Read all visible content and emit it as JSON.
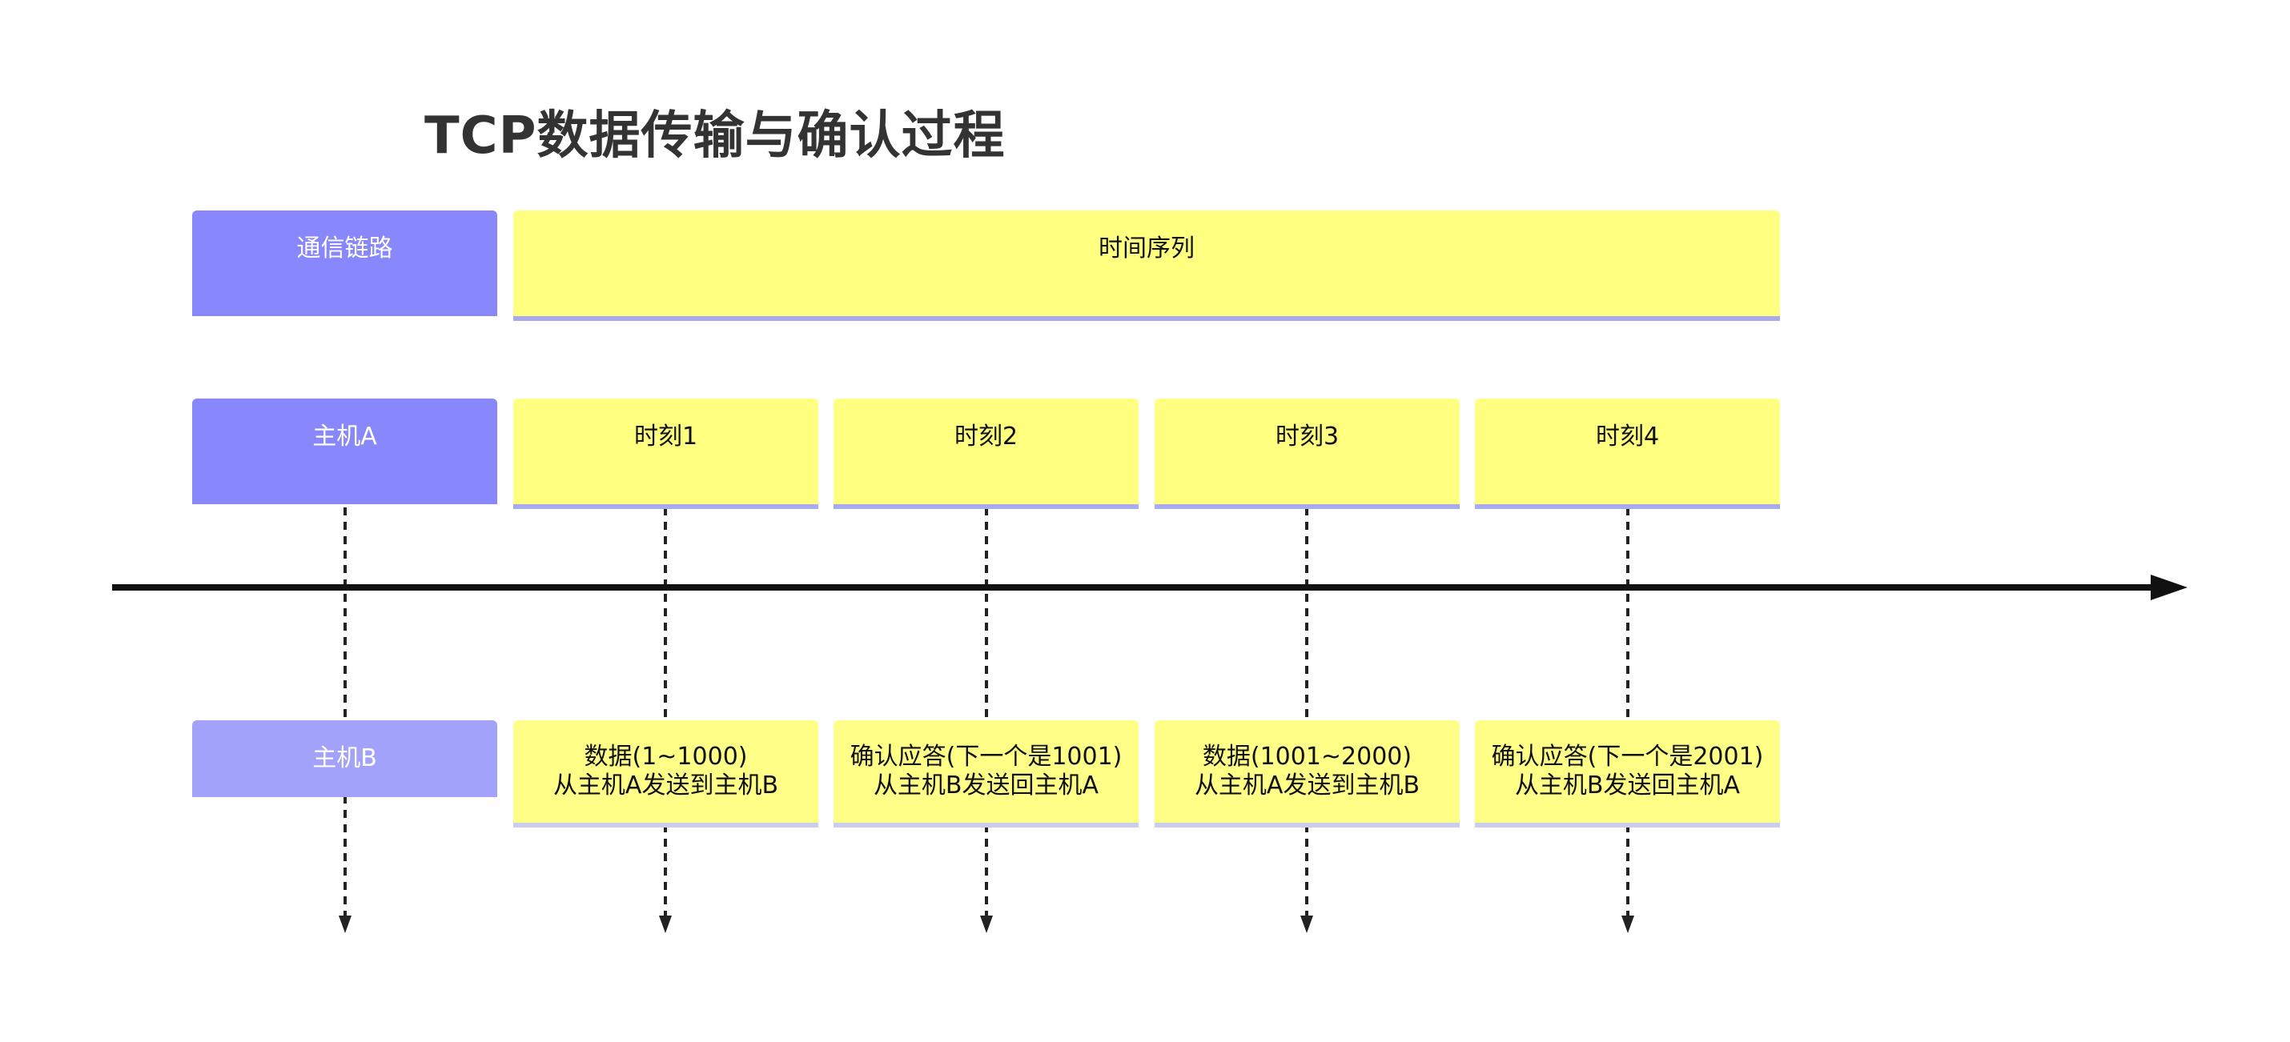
{
  "title": "TCP数据传输与确认过程",
  "header": {
    "lane_label": "通信链路",
    "time_label": "时间序列"
  },
  "rows": {
    "host_a": "主机A",
    "host_b": "主机B"
  },
  "moments": [
    "时刻1",
    "时刻2",
    "时刻3",
    "时刻4"
  ],
  "events": [
    "数据(1~1000)\n从主机A发送到主机B",
    "确认应答(下一个是1001)\n从主机B发送回主机A",
    "数据(1001~2000)\n从主机A发送到主机B",
    "确认应答(下一个是2001)\n从主机B发送回主机A"
  ],
  "colors": {
    "host_box": "#8888fc",
    "host_b_box": "#a2a2fb",
    "time_box": "#ffff80",
    "axis": "#111111",
    "dashed_line": "#222222"
  }
}
